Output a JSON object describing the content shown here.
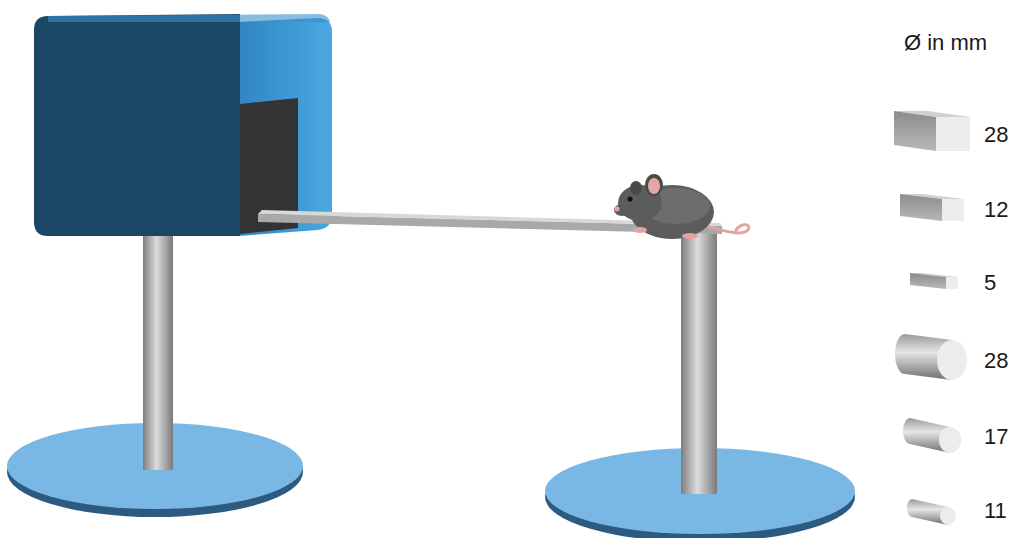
{
  "diagram": {
    "labels": [
      "Ø in mm",
      "28",
      "12",
      "5",
      "28",
      "17",
      "11"
    ]
  }
}
